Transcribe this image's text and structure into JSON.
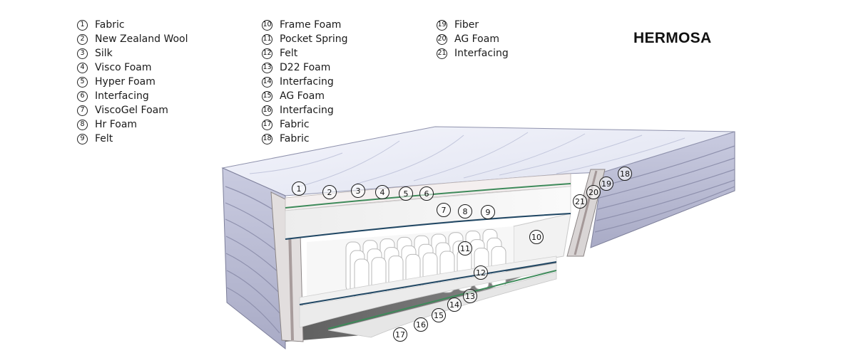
{
  "brand": "HERMOSA",
  "legend": [
    {
      "num": "1",
      "label": "Fabric"
    },
    {
      "num": "2",
      "label": "New Zealand Wool"
    },
    {
      "num": "3",
      "label": "Silk"
    },
    {
      "num": "4",
      "label": "Visco Foam"
    },
    {
      "num": "5",
      "label": "Hyper Foam"
    },
    {
      "num": "6",
      "label": "Interfacing"
    },
    {
      "num": "7",
      "label": "ViscoGel Foam"
    },
    {
      "num": "8",
      "label": "Hr Foam"
    },
    {
      "num": "9",
      "label": "Felt"
    },
    {
      "num": "10",
      "label": "Frame Foam"
    },
    {
      "num": "11",
      "label": "Pocket Spring"
    },
    {
      "num": "12",
      "label": "Felt"
    },
    {
      "num": "13",
      "label": "D22 Foam"
    },
    {
      "num": "14",
      "label": "Interfacing"
    },
    {
      "num": "15",
      "label": "AG Foam"
    },
    {
      "num": "16",
      "label": "Interfacing"
    },
    {
      "num": "17",
      "label": "Fabric"
    },
    {
      "num": "18",
      "label": "Fabric"
    },
    {
      "num": "19",
      "label": "Fiber"
    },
    {
      "num": "20",
      "label": "AG Foam"
    },
    {
      "num": "21",
      "label": "Interfacing"
    }
  ],
  "callouts": [
    "1",
    "2",
    "3",
    "4",
    "5",
    "6",
    "7",
    "8",
    "9",
    "10",
    "11",
    "12",
    "13",
    "14",
    "15",
    "16",
    "17",
    "18",
    "19",
    "20",
    "21"
  ],
  "colors": {
    "stripe_green": "#3e8a5a",
    "stripe_navy": "#1f4663",
    "panel": "#b9bbd4",
    "top": "#e9ebf6",
    "base": "#6e6e6e"
  }
}
